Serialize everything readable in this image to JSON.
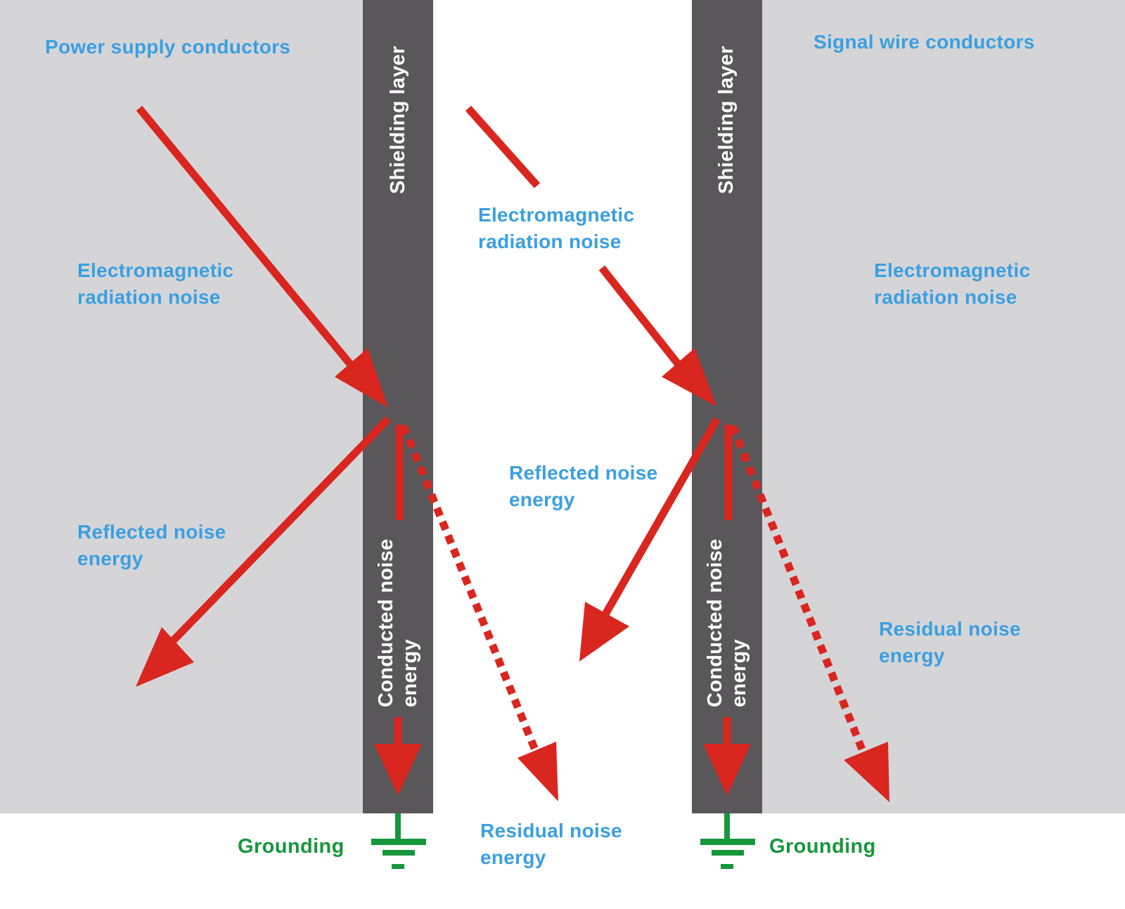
{
  "colors": {
    "conductor_region": "#d5d5d8",
    "shield": "#59575a",
    "arrow": "#d9261f",
    "label": "#3a9fe0",
    "ground": "#17973c",
    "shield_text": "#ffffff"
  },
  "left_side": {
    "title": "Power supply conductors",
    "em_noise": [
      "Electromagnetic",
      "radiation noise"
    ],
    "reflected": [
      "Reflected noise",
      "energy"
    ],
    "shield_label": "Shielding layer",
    "conducted": [
      "Conducted noise",
      "energy"
    ],
    "grounding": "Grounding"
  },
  "middle": {
    "em_noise": [
      "Electromagnetic",
      "radiation noise"
    ],
    "reflected": [
      "Reflected noise",
      "energy"
    ],
    "residual": [
      "Residual noise",
      "energy"
    ]
  },
  "right_side": {
    "title": "Signal wire conductors",
    "em_noise": [
      "Electromagnetic",
      "radiation noise"
    ],
    "residual": [
      "Residual noise",
      "energy"
    ],
    "shield_label": "Shielding layer",
    "conducted": [
      "Conducted noise",
      "energy"
    ],
    "grounding": "Grounding"
  },
  "icons": {
    "ground": "ground-symbol-icon",
    "arrow_solid": "arrow-icon",
    "arrow_dotted": "dotted-arrow-icon"
  }
}
